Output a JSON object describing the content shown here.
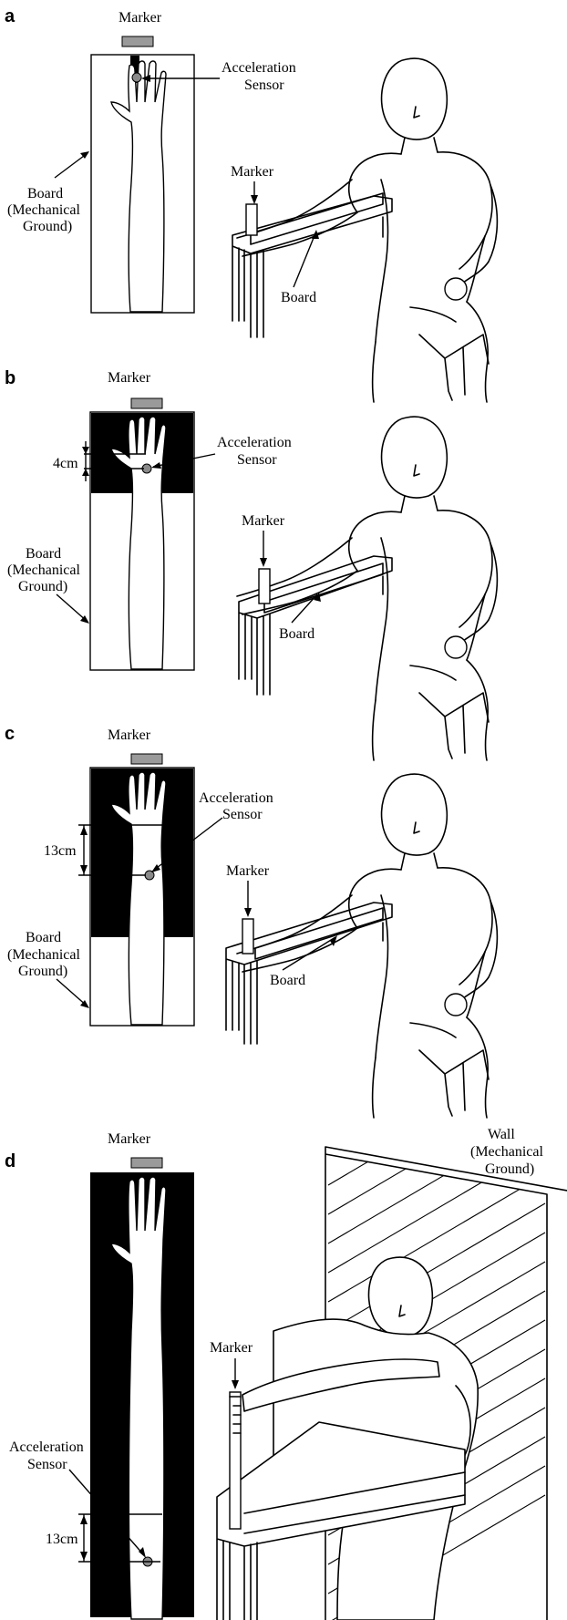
{
  "panels": [
    {
      "label": "a",
      "marker_top": "Marker",
      "sensor": [
        "Acceleration",
        "Sensor"
      ],
      "board_left": [
        "Board",
        "(Mechanical",
        "Ground)"
      ],
      "marker_side": "Marker",
      "board_side": "Board"
    },
    {
      "label": "b",
      "marker_top": "Marker",
      "dimension": "4cm",
      "sensor": [
        "Acceleration",
        "Sensor"
      ],
      "board_left": [
        "Board",
        "(Mechanical",
        "Ground)"
      ],
      "marker_side": "Marker",
      "board_side": "Board"
    },
    {
      "label": "c",
      "marker_top": "Marker",
      "sensor": [
        "Acceleration",
        "Sensor"
      ],
      "dimension": "13cm",
      "board_left": [
        "Board",
        "(Mechanical",
        "Ground)"
      ],
      "marker_side": "Marker",
      "board_side": "Board"
    },
    {
      "label": "d",
      "marker_top": "Marker",
      "sensor": [
        "Acceleration",
        "Sensor"
      ],
      "dimension": "13cm",
      "marker_side": "Marker",
      "wall": [
        "Wall",
        "(Mechanical",
        "Ground)"
      ]
    }
  ]
}
